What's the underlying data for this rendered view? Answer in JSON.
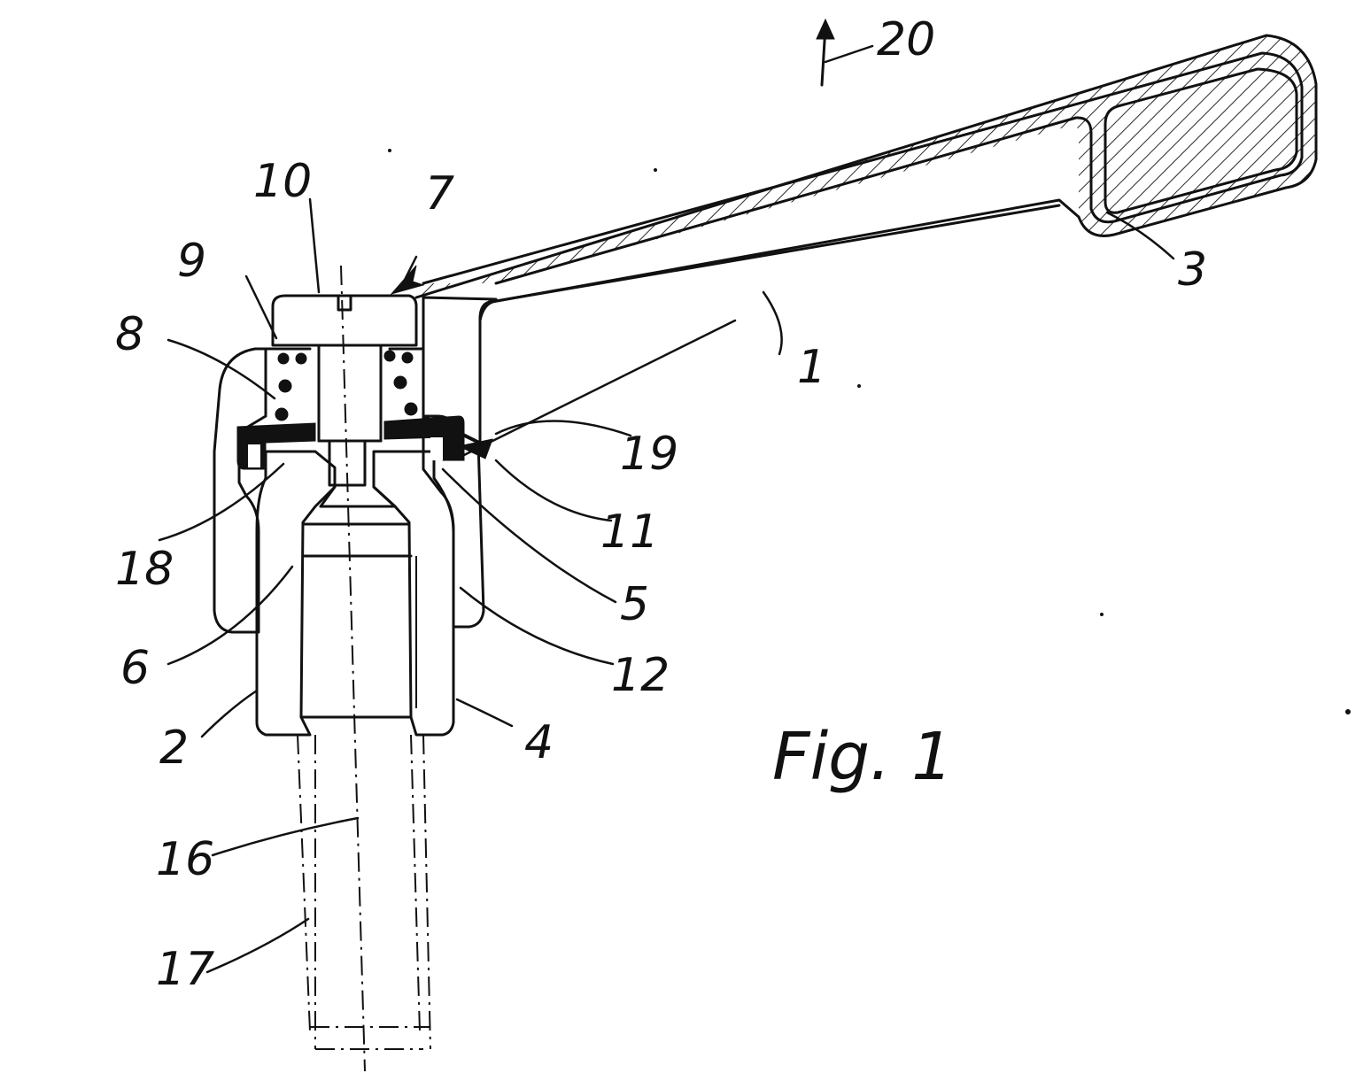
{
  "figure": {
    "caption": "Fig. 1",
    "direction_label": "20",
    "reference_numerals": {
      "n1": "1",
      "n2": "2",
      "n3": "3",
      "n4": "4",
      "n5": "5",
      "n6": "6",
      "n7": "7",
      "n8": "8",
      "n9": "9",
      "n10": "10",
      "n11": "11",
      "n12": "12",
      "n16": "16",
      "n17": "17",
      "n18": "18",
      "n19": "19"
    }
  }
}
